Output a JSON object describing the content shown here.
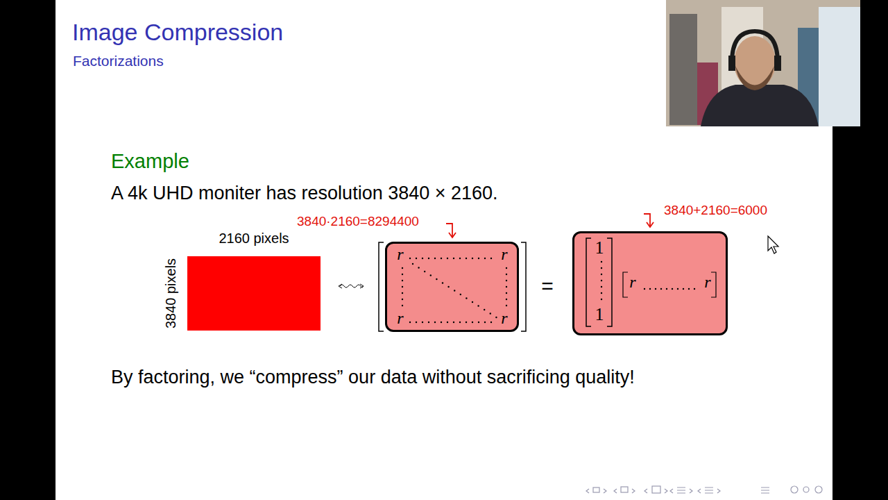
{
  "diagram": {
    "title": "Image Compression",
    "nodes": [
      {
        "text": [
          "r",
          "r",
          "r",
          "r"
        ]
      },
      {
        "text": [
          "1",
          "1",
          "r",
          "r"
        ]
      }
    ],
    "labels": [
      "Factorizations",
      "Example",
      "A 4k UHD moniter has resolution 3840 × 2160.",
      "3840·2160=8294400",
      "2160 pixels",
      "3840 pixels",
      "=",
      "3840+2160=6000",
      "By factoring, we “compress” our data without sacrificing quality!"
    ]
  }
}
